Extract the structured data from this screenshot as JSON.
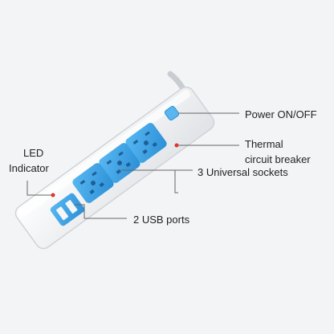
{
  "callouts": {
    "power": "Power ON/OFF",
    "thermal_line1": "Thermal",
    "thermal_line2": "circuit breaker",
    "sockets": "3 Universal sockets",
    "led_line1": "LED",
    "led_line2": "Indicator",
    "usb": "2 USB ports"
  },
  "colors": {
    "background": "#f3f4f6",
    "strip_body": "#eef0f2",
    "socket_blue": "#3aa3e6",
    "switch_blue": "#5ab6ef",
    "led_red": "#e0332a",
    "leader_line": "#666666",
    "text": "#222222"
  },
  "icons": [
    "power-strip-image",
    "power-switch-icon",
    "universal-socket-icon",
    "usb-port-icon",
    "led-indicator-icon"
  ]
}
